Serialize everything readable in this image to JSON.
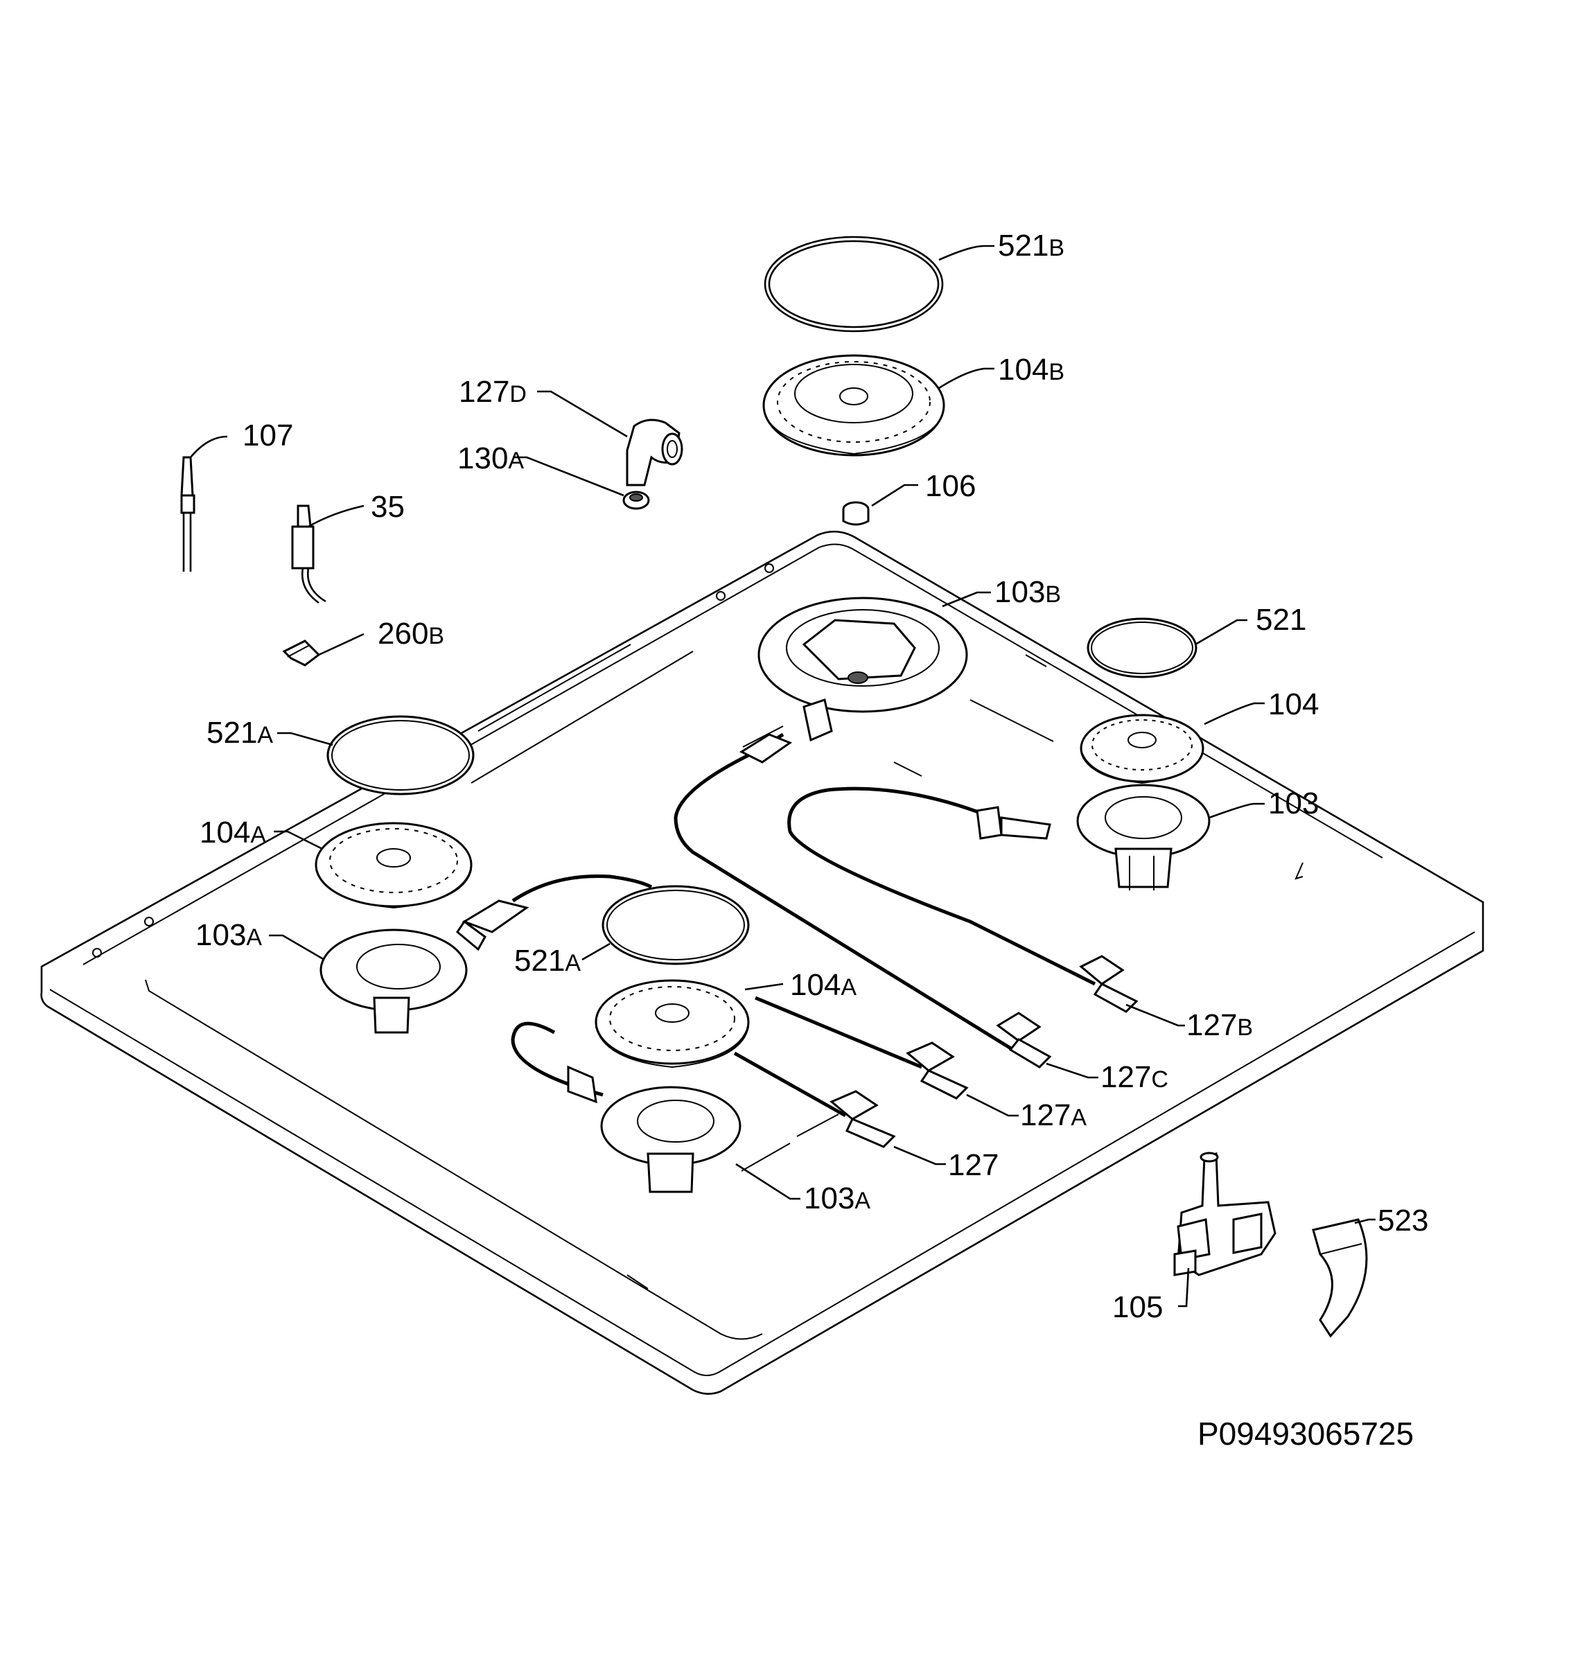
{
  "callouts": [
    {
      "key": "521b",
      "num": "521",
      "suffix": "B"
    },
    {
      "key": "104b",
      "num": "104",
      "suffix": "B"
    },
    {
      "key": "127d",
      "num": "127",
      "suffix": "D"
    },
    {
      "key": "130a",
      "num": "130",
      "suffix": "A"
    },
    {
      "key": "107",
      "num": "107",
      "suffix": ""
    },
    {
      "key": "106",
      "num": "106",
      "suffix": ""
    },
    {
      "key": "35",
      "num": "35",
      "suffix": ""
    },
    {
      "key": "103b",
      "num": "103",
      "suffix": "B"
    },
    {
      "key": "260b",
      "num": "260",
      "suffix": "B"
    },
    {
      "key": "521",
      "num": "521",
      "suffix": ""
    },
    {
      "key": "104",
      "num": "104",
      "suffix": ""
    },
    {
      "key": "521a_l",
      "num": "521",
      "suffix": "A"
    },
    {
      "key": "103",
      "num": "103",
      "suffix": ""
    },
    {
      "key": "104a_l",
      "num": "104",
      "suffix": "A"
    },
    {
      "key": "103a_l",
      "num": "103",
      "suffix": "A"
    },
    {
      "key": "521a_c",
      "num": "521",
      "suffix": "A"
    },
    {
      "key": "104a_c",
      "num": "104",
      "suffix": "A"
    },
    {
      "key": "127b",
      "num": "127",
      "suffix": "B"
    },
    {
      "key": "127c",
      "num": "127",
      "suffix": "C"
    },
    {
      "key": "127a",
      "num": "127",
      "suffix": "A"
    },
    {
      "key": "127",
      "num": "127",
      "suffix": ""
    },
    {
      "key": "103a_c",
      "num": "103",
      "suffix": "A"
    },
    {
      "key": "523",
      "num": "523",
      "suffix": ""
    },
    {
      "key": "105",
      "num": "105",
      "suffix": ""
    }
  ],
  "document_number": "P09493065725"
}
